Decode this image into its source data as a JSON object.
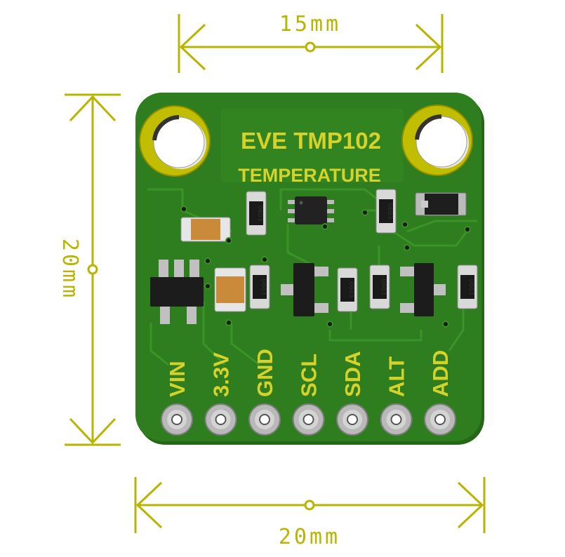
{
  "dimensions": {
    "top_width": "15mm",
    "left_height": "20mm",
    "bottom_width": "20mm"
  },
  "board": {
    "title": "EVE TMP102",
    "subtitle": "TEMPERATURE",
    "pins": [
      "VIN",
      "3.3V",
      "GND",
      "SCL",
      "SDA",
      "ALT",
      "ADD"
    ]
  },
  "components": {
    "resistor_labels": [
      "0603",
      "0603",
      "0603",
      "0603",
      "0603",
      "0603"
    ]
  },
  "colors": {
    "pcb": "#2e7d1e",
    "pcb_dark": "#256617",
    "silkscreen": "#d6d22a",
    "pad_gold": "#b5b200",
    "dimension": "#b8b400"
  }
}
